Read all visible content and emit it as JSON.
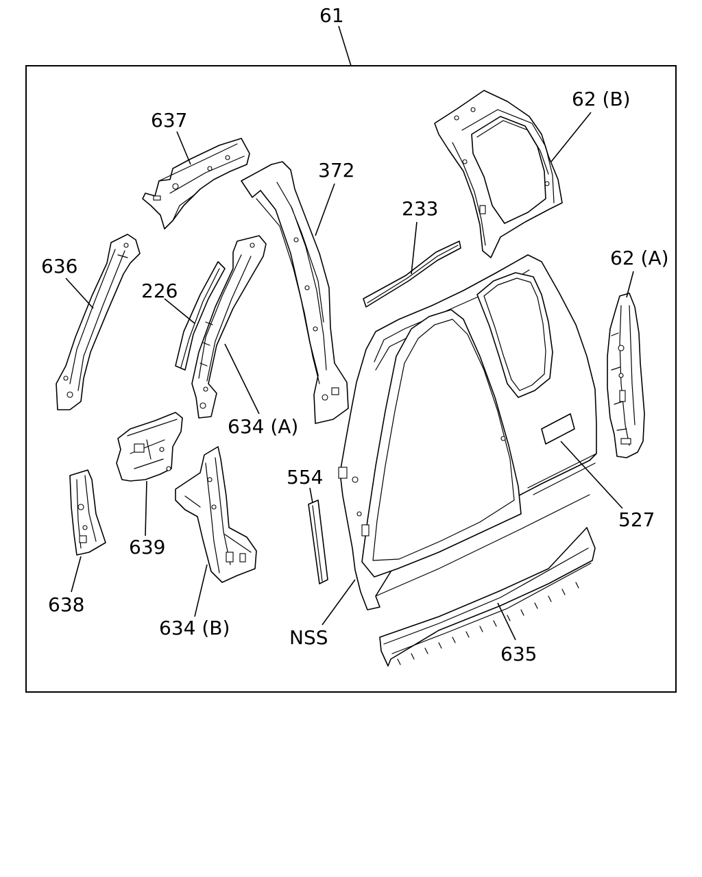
{
  "assembly_label": "61",
  "callouts": {
    "p637": "637",
    "p372": "372",
    "p233": "233",
    "p62b": "62 (B)",
    "p62a": "62 (A)",
    "p636": "636",
    "p226": "226",
    "p634a": "634 (A)",
    "p554": "554",
    "p527": "527",
    "p639": "639",
    "p638": "638",
    "p634b": "634 (B)",
    "nss": "NSS",
    "p635": "635"
  }
}
